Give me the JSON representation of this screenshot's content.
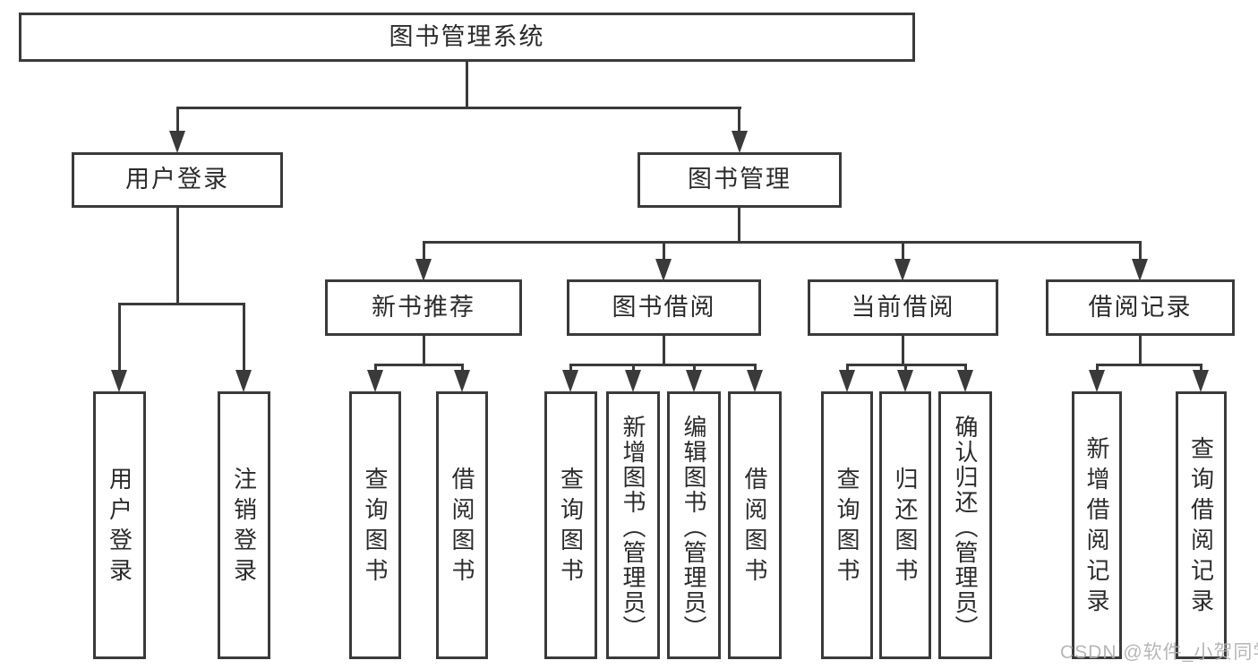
{
  "style": {
    "line_color": "#3a3a3a",
    "text_color": "#2b2b2b",
    "box_background": "#ffffff",
    "page_background": "#ffffff",
    "watermark_color": "#afafaf"
  },
  "watermark": {
    "text": "CSDN @软件_小贺同学"
  },
  "tree": {
    "root": {
      "label": "图书管理系统",
      "children": [
        {
          "label": "用户登录",
          "children": [
            {
              "label": "用户登录"
            },
            {
              "label": "注销登录"
            }
          ]
        },
        {
          "label": "图书管理",
          "children": [
            {
              "label": "新书推荐",
              "children": [
                {
                  "label": "查询图书"
                },
                {
                  "label": "借阅图书"
                }
              ]
            },
            {
              "label": "图书借阅",
              "children": [
                {
                  "label": "查询图书"
                },
                {
                  "label": "新增图书（管理员）"
                },
                {
                  "label": "编辑图书（管理员）"
                },
                {
                  "label": "借阅图书"
                }
              ]
            },
            {
              "label": "当前借阅",
              "children": [
                {
                  "label": "查询图书"
                },
                {
                  "label": "归还图书"
                },
                {
                  "label": "确认归还（管理员）"
                }
              ]
            },
            {
              "label": "借阅记录",
              "children": [
                {
                  "label": "新增借阅记录"
                },
                {
                  "label": "查询借阅记录"
                }
              ]
            }
          ]
        }
      ]
    }
  }
}
